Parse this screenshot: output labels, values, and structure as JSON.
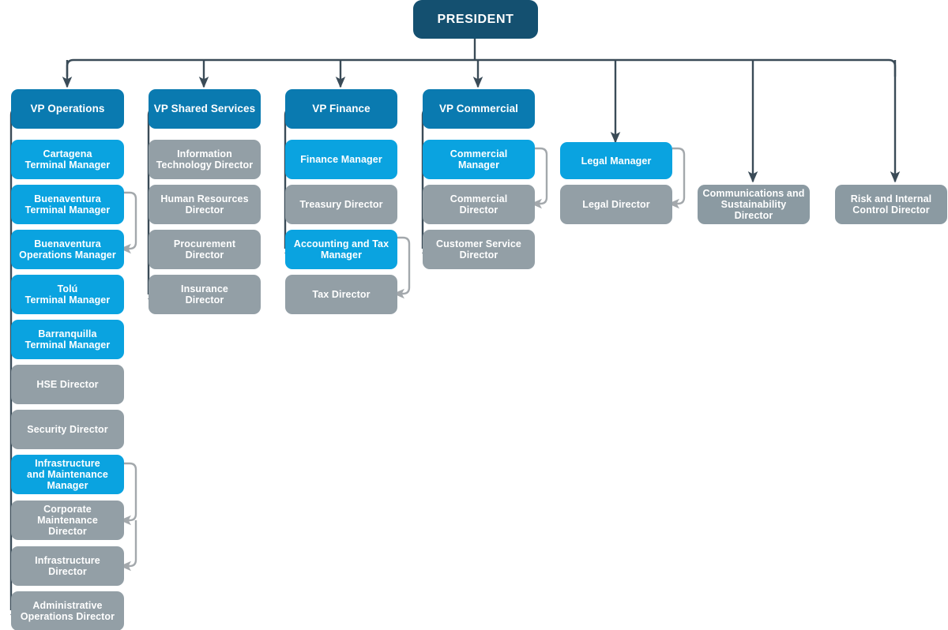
{
  "meta": {
    "title": "Organizational Chart",
    "colors": {
      "president": "#145070",
      "vp": "#0a7ab0",
      "manager": "#0aa3e0",
      "director": "#939fa6",
      "connector_dark": "#3a4b57",
      "connector_grey": "#a3a8ac",
      "background": "#ffffff",
      "text": "#ffffff"
    }
  },
  "nodes": {
    "president": {
      "label": "PRESIDENT",
      "type": "president"
    },
    "vp_operations": {
      "label": "VP Operations",
      "type": "vp"
    },
    "vp_shared_services": {
      "label": "VP Shared Services",
      "type": "vp"
    },
    "vp_finance": {
      "label": "VP Finance",
      "type": "vp"
    },
    "vp_commercial": {
      "label": "VP Commercial",
      "type": "vp"
    },
    "cartagena_terminal_manager": {
      "label": "Cartagena\nTerminal Manager",
      "type": "manager"
    },
    "buenaventura_terminal_manager": {
      "label": "Buenaventura\nTerminal Manager",
      "type": "manager"
    },
    "buenaventura_operations_manager": {
      "label": "Buenaventura\nOperations Manager",
      "type": "manager"
    },
    "tolu_terminal_manager": {
      "label": "Tolú\nTerminal Manager",
      "type": "manager"
    },
    "barranquilla_terminal_manager": {
      "label": "Barranquilla\nTerminal Manager",
      "type": "manager"
    },
    "hse_director": {
      "label": "HSE Director",
      "type": "director"
    },
    "security_director": {
      "label": "Security Director",
      "type": "director"
    },
    "infrastructure_and_maintenance_manager": {
      "label": "Infrastructure\nand Maintenance\nManager",
      "type": "manager"
    },
    "corporate_maintenance_director": {
      "label": "Corporate\nMaintenance\nDirector",
      "type": "director"
    },
    "infrastructure_director": {
      "label": "Infrastructure\nDirector",
      "type": "director"
    },
    "administrative_operations_director": {
      "label": "Administrative\nOperations Director",
      "type": "director"
    },
    "information_technology_director": {
      "label": "Information\nTechnology Director",
      "type": "director"
    },
    "human_resources_director": {
      "label": "Human Resources\nDirector",
      "type": "director"
    },
    "procurement_director": {
      "label": "Procurement\nDirector",
      "type": "director"
    },
    "insurance_director": {
      "label": "Insurance\nDirector",
      "type": "director"
    },
    "finance_manager": {
      "label": "Finance Manager",
      "type": "manager"
    },
    "treasury_director": {
      "label": "Treasury Director",
      "type": "director"
    },
    "accounting_and_tax_manager": {
      "label": "Accounting and Tax\nManager",
      "type": "manager"
    },
    "tax_director": {
      "label": "Tax Director",
      "type": "director"
    },
    "commercial_manager": {
      "label": "Commercial\nManager",
      "type": "manager"
    },
    "commercial_director": {
      "label": "Commercial\nDirector",
      "type": "director"
    },
    "customer_service_director": {
      "label": "Customer Service\nDirector",
      "type": "director"
    },
    "legal_manager": {
      "label": "Legal Manager",
      "type": "manager"
    },
    "legal_director": {
      "label": "Legal Director",
      "type": "director"
    },
    "communications_and_sustainability_director": {
      "label": "Communications and\nSustainability Director",
      "type": "director-alt"
    },
    "risk_and_internal_control_director": {
      "label": "Risk and Internal\nControl Director",
      "type": "director-alt"
    }
  }
}
